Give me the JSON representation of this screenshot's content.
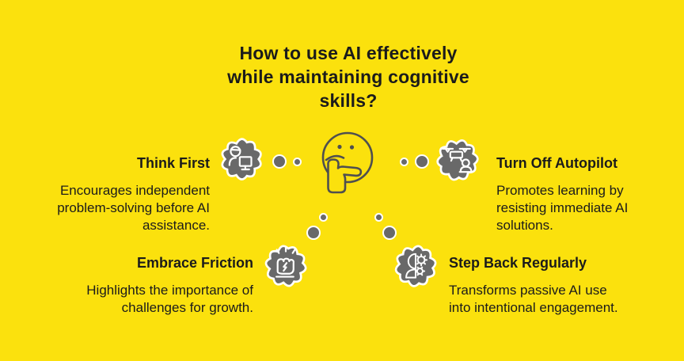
{
  "colors": {
    "background": "#FBE10D",
    "cloud_gray": "#696969",
    "face_outline": "#4F4F4F",
    "text": "#1B1B1B",
    "icon_stroke": "#FFFFFF"
  },
  "title": {
    "lines": [
      "How to use AI effectively",
      "while maintaining cognitive",
      "skills?"
    ]
  },
  "center_icon": "thinking-face-icon",
  "items": [
    {
      "heading": "Think First",
      "desc_lines": [
        "Encourages independent",
        "problem-solving before AI",
        "assistance."
      ],
      "icon": "person-at-computer-icon"
    },
    {
      "heading": "Turn Off Autopilot",
      "desc_lines": [
        "Promotes learning by",
        "resisting immediate AI",
        "solutions."
      ],
      "icon": "drone-autopilot-icon"
    },
    {
      "heading": "Embrace Friction",
      "desc_lines": [
        "Highlights the importance of",
        "challenges for growth."
      ],
      "icon": "raised-fist-icon"
    },
    {
      "heading": "Step Back Regularly",
      "desc_lines": [
        "Transforms passive AI use",
        "into intentional engagement."
      ],
      "icon": "head-gears-icon"
    }
  ]
}
